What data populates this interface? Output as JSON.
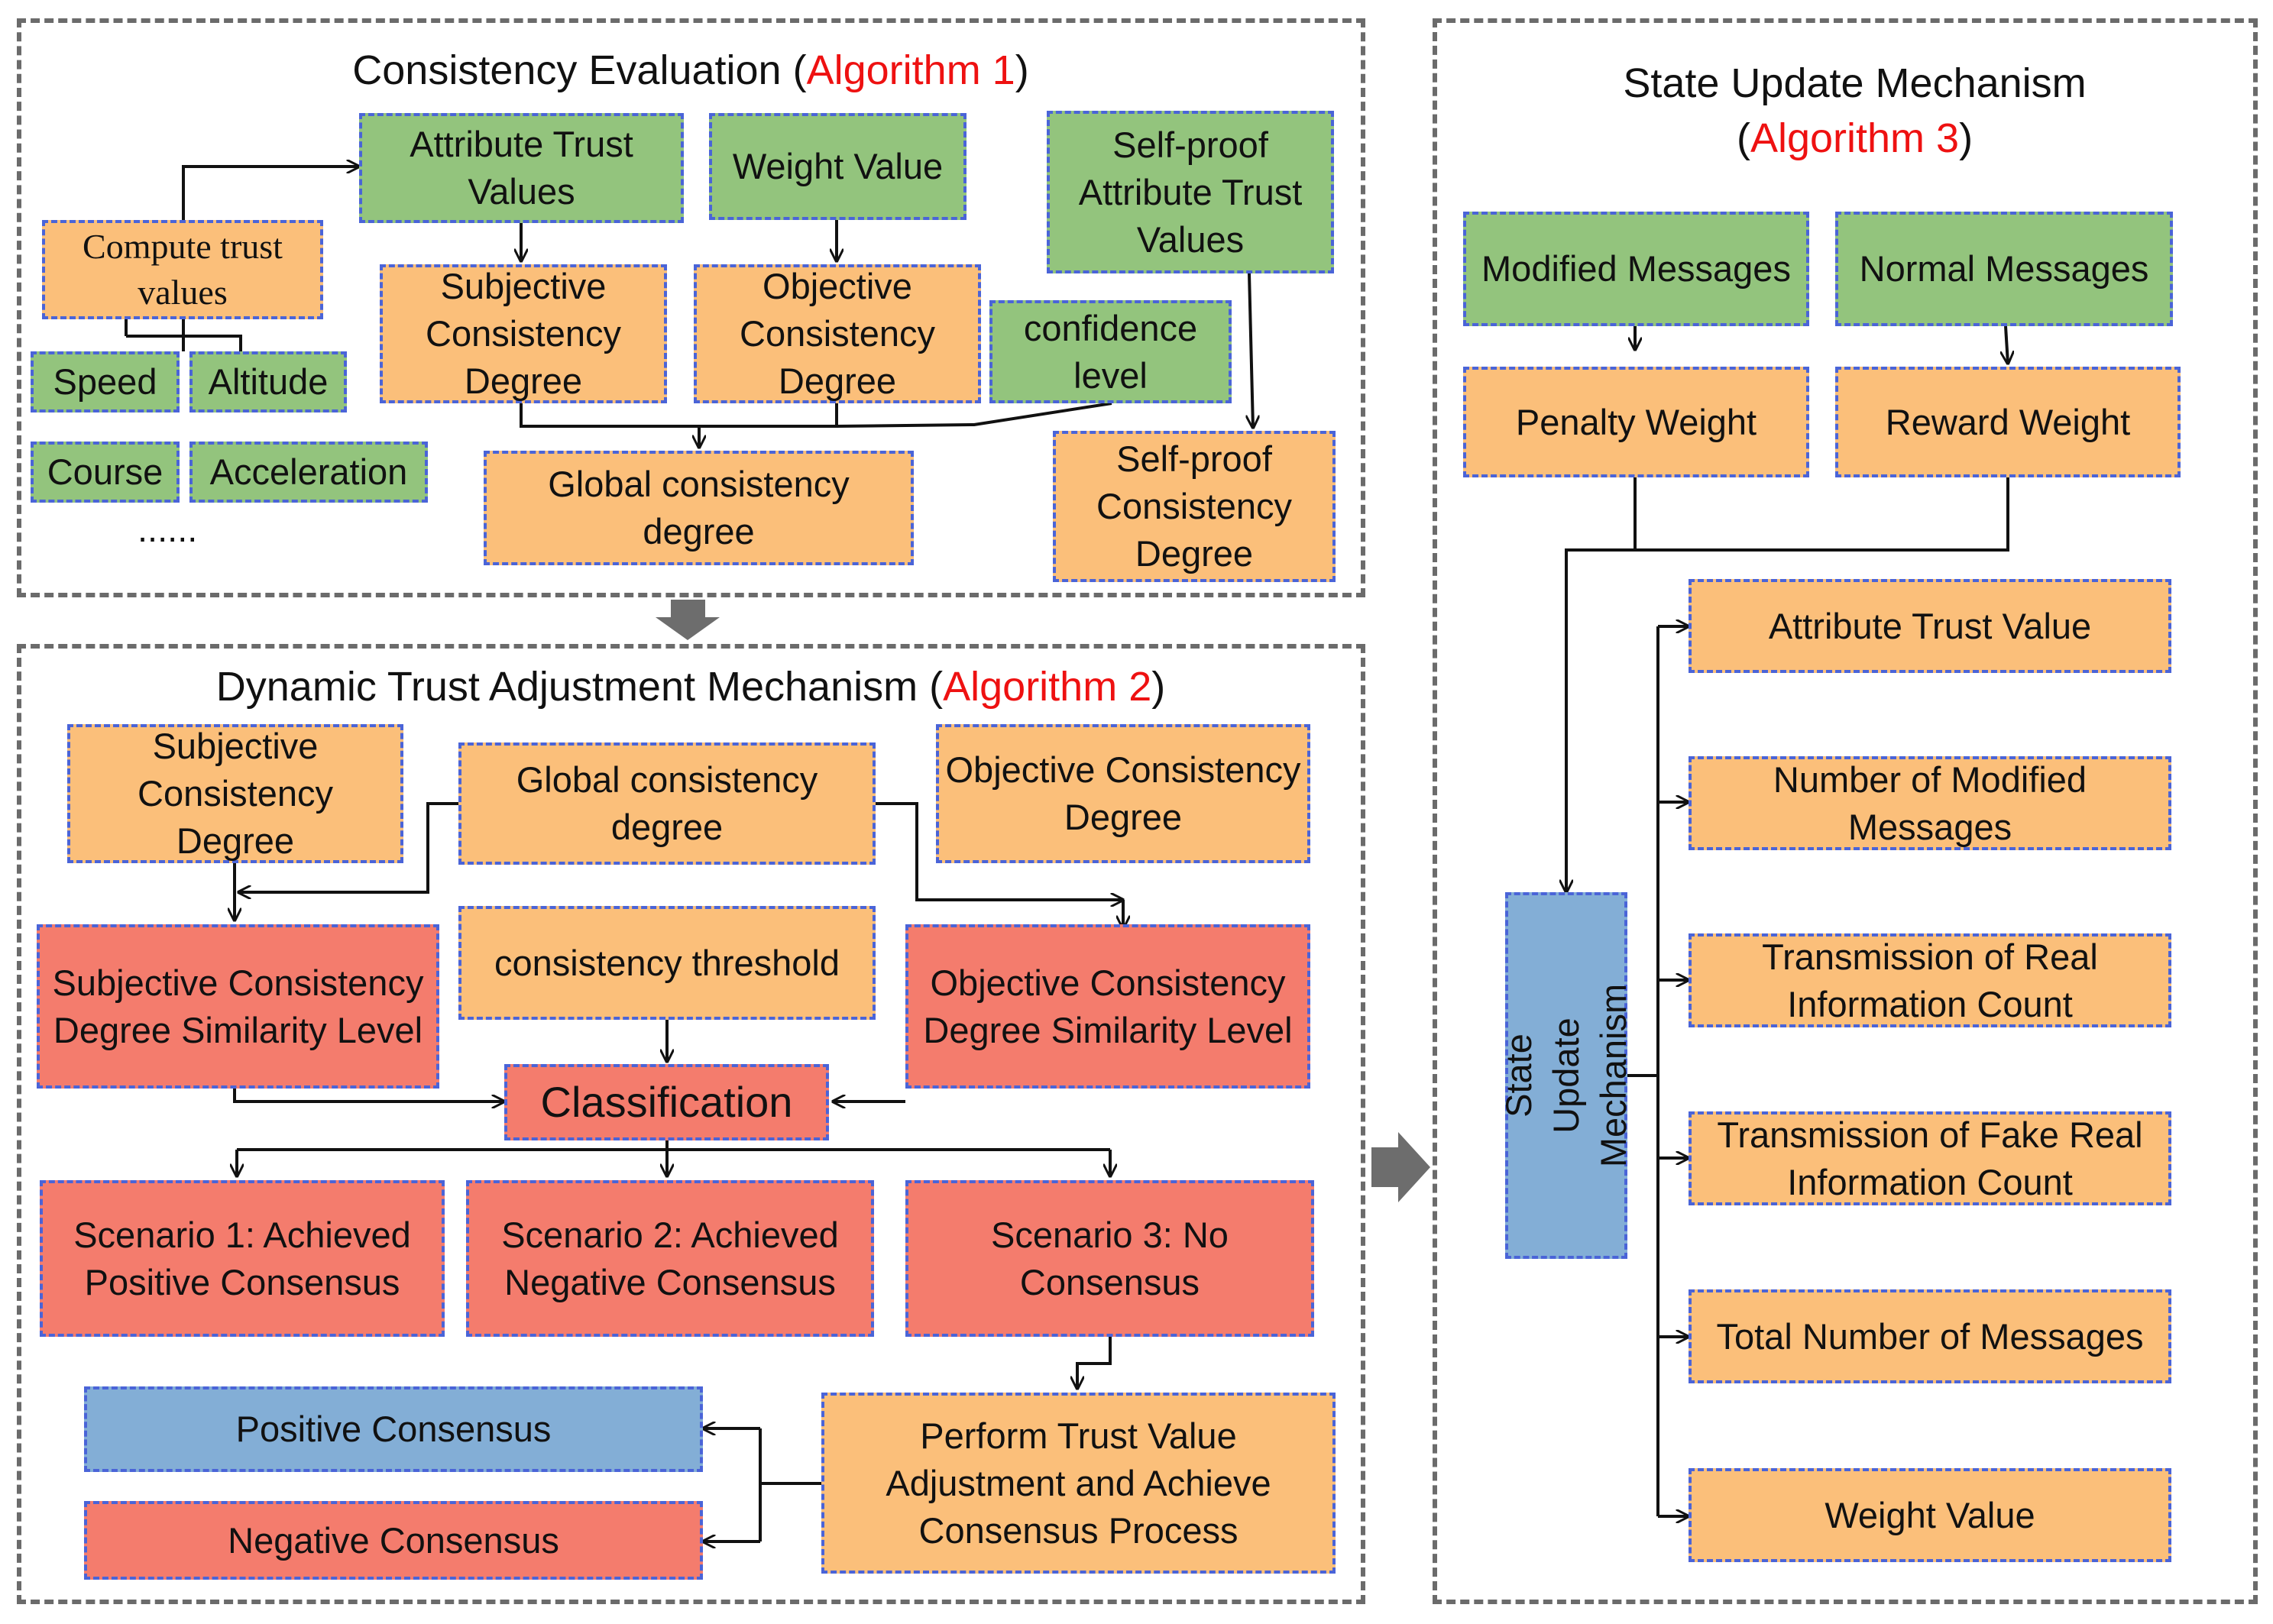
{
  "panels": {
    "consistency": {
      "title": "Consistency Evaluation",
      "algorithm": "Algorithm 1",
      "boxes": {
        "attribute_trust_values": "Attribute Trust Values",
        "weight_value": "Weight Value",
        "self_proof_attribute_trust_values": "Self-proof Attribute Trust Values",
        "compute_trust_values": "Compute trust values",
        "subjective_consistency_degree": "Subjective Consistency Degree",
        "objective_consistency_degree": "Objective Consistency Degree",
        "confidence_level": "confidence level",
        "speed": "Speed",
        "altitude": "Altitude",
        "course": "Course",
        "acceleration": "Acceleration",
        "ellipsis": "......",
        "global_consistency_degree": "Global consistency degree",
        "self_proof_consistency_degree": "Self-proof Consistency Degree"
      }
    },
    "dynamic": {
      "title": "Dynamic Trust Adjustment Mechanism",
      "algorithm": "Algorithm 2",
      "boxes": {
        "subjective_consistency_degree": "Subjective Consistency Degree",
        "global_consistency_degree": "Global consistency degree",
        "objective_consistency_degree": "Objective Consistency Degree",
        "subjective_similarity": "Subjective Consistency Degree Similarity Level",
        "consistency_threshold": "consistency threshold",
        "objective_similarity": "Objective Consistency Degree Similarity Level",
        "classification": "Classification",
        "scenario1": "Scenario 1: Achieved Positive Consensus",
        "scenario2": "Scenario 2: Achieved Negative Consensus",
        "scenario3": "Scenario 3: No Consensus",
        "positive_consensus": "Positive Consensus",
        "negative_consensus": "Negative Consensus",
        "perform_adjustment": "Perform Trust Value Adjustment and Achieve Consensus Process"
      }
    },
    "state": {
      "title": "State Update Mechanism",
      "algorithm": "Algorithm 3",
      "boxes": {
        "modified_messages": "Modified Messages",
        "normal_messages": "Normal Messages",
        "penalty_weight": "Penalty Weight",
        "reward_weight": "Reward Weight",
        "state_update_mechanism": "State Update Mechanism",
        "attribute_trust_value": "Attribute Trust Value",
        "number_modified": "Number of Modified Messages",
        "transmission_real": "Transmission of Real Information Count",
        "transmission_fake": "Transmission of Fake Real Information Count",
        "total_messages": "Total Number of Messages",
        "weight_value": "Weight Value"
      }
    }
  },
  "colors": {
    "green": "#93c47d",
    "orange": "#fbbf7a",
    "red": "#f47c6d",
    "blue": "#83aed6",
    "accent": "#ee1111",
    "box_border": "#4a64d8",
    "panel_border": "#6b6b6b"
  }
}
